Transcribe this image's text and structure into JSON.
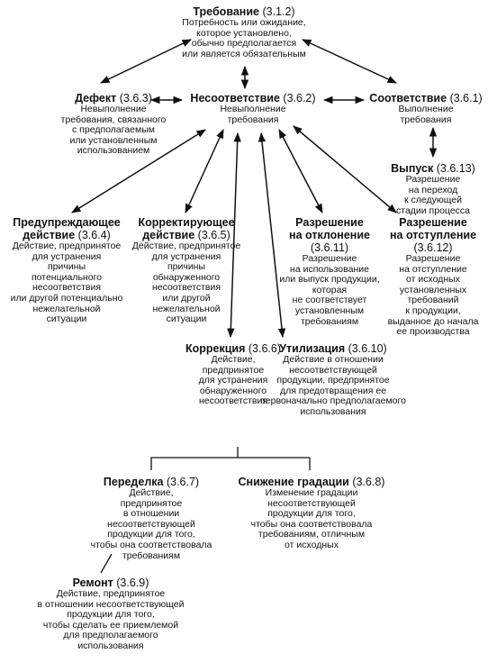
{
  "nodes": {
    "requirement": {
      "name": "Требование",
      "code": "(3.1.2)",
      "lines": [
        "Потребность или ожидание,",
        "которое установлено,",
        "обычно предполагается",
        "или является обязательным"
      ]
    },
    "defect": {
      "name": "Дефект",
      "code": "(3.6.3)",
      "lines": [
        "Невыполнение",
        "требования, связанного",
        "с предполагаемым",
        "или установленным",
        "использованием"
      ]
    },
    "nonconformity": {
      "name": "Несоответствие",
      "code": "(3.6.2)",
      "lines": [
        "Невыполнение",
        "требования"
      ]
    },
    "conformity": {
      "name": "Соответствие",
      "code": "(3.6.1)",
      "lines": [
        "Выполнение",
        "требования"
      ]
    },
    "release": {
      "name": "Выпуск",
      "code": "(3.6.13)",
      "lines": [
        "Разрешение",
        "на переход",
        "к следующей",
        "стадии процесса"
      ]
    },
    "preventive": {
      "name_lines": [
        "Предупреждающее",
        "действие"
      ],
      "code": "(3.6.4)",
      "lines": [
        "Действие, предпринятое",
        "для устранения",
        "причины",
        "потенциального",
        "несоответствия",
        "или другой потенциально",
        "нежелательной",
        "ситуации"
      ]
    },
    "corrective": {
      "name_lines": [
        "Корректирующее",
        "действие"
      ],
      "code": "(3.6.5)",
      "lines": [
        "Действие, предпринятое",
        "для устранения",
        "причины",
        "обнаруженного",
        "несоответствия",
        "или другой",
        "нежелательной",
        "ситуации"
      ]
    },
    "deviation": {
      "name_lines": [
        "Разрешение",
        "на отклонение"
      ],
      "code": "(3.6.11)",
      "lines": [
        "Разрешение",
        "на использование",
        "или выпуск продукции,",
        "которая",
        "не соответствует",
        "установленным",
        "требованиям"
      ]
    },
    "concession": {
      "name_lines": [
        "Разрешение",
        "на отступление"
      ],
      "code": "(3.6.12)",
      "lines": [
        "Разрешение",
        "на отступление",
        "от исходных",
        "установленных",
        "требований",
        "к продукции,",
        "выданное до начала",
        "ее производства"
      ]
    },
    "correction": {
      "name": "Коррекция",
      "code": "(3.6.6)",
      "lines": [
        "Действие,",
        "предпринятое",
        "для устранения",
        "обнаруженного",
        "несоответствия"
      ]
    },
    "scrap": {
      "name": "Утилизация",
      "code": "(3.6.10)",
      "lines": [
        "Действие в отношении",
        "несоответствующей",
        "продукции, предпринятое",
        "для предотвращения ее",
        "первоначально предполагаемого",
        "использования"
      ]
    },
    "rework": {
      "name": "Переделка",
      "code": "(3.6.7)",
      "lines": [
        "Действие,",
        "предпринятое",
        "в отношении",
        "несоответствующей",
        "продукции для того,",
        "чтобы она соответствовала",
        "требованиям"
      ]
    },
    "regrade": {
      "name": "Снижение градации",
      "code": "(3.6.8)",
      "lines": [
        "Изменение градации",
        "несоответствующей",
        "продукции для того,",
        "чтобы она соответствовала",
        "требованиям, отличным",
        "от исходных"
      ]
    },
    "repair": {
      "name": "Ремонт",
      "code": "(3.6.9)",
      "lines": [
        "Действие, предпринятое",
        "в отношении несоответствующей",
        "продукции для того,",
        "чтобы сделать ее приемлемой",
        "для предполагаемого",
        "использования"
      ]
    }
  }
}
